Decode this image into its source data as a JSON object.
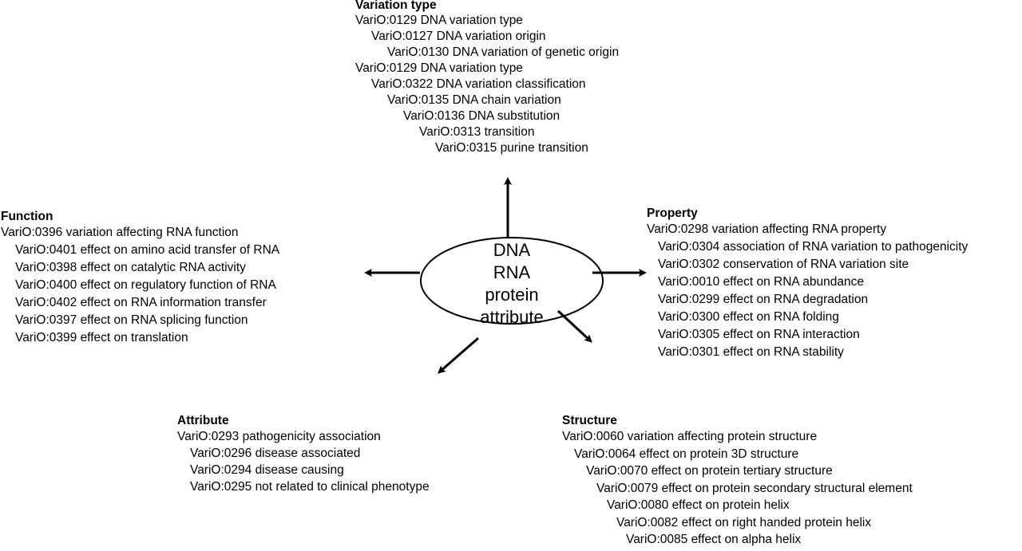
{
  "center": {
    "lines": [
      "DNA",
      "RNA",
      "protein",
      "attribute"
    ]
  },
  "variation_type": {
    "heading": "Variation type",
    "items": [
      {
        "text": "VariO:0129 DNA variation type",
        "level": 0
      },
      {
        "text": "VariO:0127 DNA variation origin",
        "level": 1
      },
      {
        "text": "VariO:0130 DNA variation of genetic origin",
        "level": 2
      },
      {
        "text": "VariO:0129 DNA variation type",
        "level": 0
      },
      {
        "text": "VariO:0322 DNA variation classification",
        "level": 1
      },
      {
        "text": "VariO:0135 DNA chain variation",
        "level": 2
      },
      {
        "text": "VariO:0136 DNA substitution",
        "level": 3
      },
      {
        "text": "VariO:0313 transition",
        "level": 4
      },
      {
        "text": "VariO:0315 purine transition",
        "level": 5
      }
    ]
  },
  "function": {
    "heading": "Function",
    "items": [
      {
        "text": "VariO:0396 variation affecting RNA function",
        "level": 0
      },
      {
        "text": "VariO:0401 effect on amino acid transfer of RNA",
        "level": 1
      },
      {
        "text": "VariO:0398 effect on catalytic RNA activity",
        "level": 1
      },
      {
        "text": "VariO:0400 effect on regulatory function of RNA",
        "level": 1
      },
      {
        "text": "VariO:0402 effect on RNA information transfer",
        "level": 1
      },
      {
        "text": "VariO:0397 effect on RNA splicing function",
        "level": 1
      },
      {
        "text": "VariO:0399 effect on translation",
        "level": 1
      }
    ]
  },
  "property": {
    "heading": "Property",
    "items": [
      {
        "text": "VariO:0298 variation affecting RNA property",
        "level": 0
      },
      {
        "text": "VariO:0304 association of RNA variation to pathogenicity",
        "level": 1
      },
      {
        "text": "VariO:0302 conservation of RNA variation site",
        "level": 1
      },
      {
        "text": "VariO:0010 effect on RNA abundance",
        "level": 1
      },
      {
        "text": "VariO:0299 effect on RNA degradation",
        "level": 1
      },
      {
        "text": "VariO:0300 effect on RNA folding",
        "level": 1
      },
      {
        "text": "VariO:0305 effect on RNA interaction",
        "level": 1
      },
      {
        "text": "VariO:0301 effect on RNA stability",
        "level": 1
      }
    ]
  },
  "attribute": {
    "heading": "Attribute",
    "items": [
      {
        "text": "VariO:0293 pathogenicity association",
        "level": 0
      },
      {
        "text": "VariO:0296 disease associated",
        "level": 1
      },
      {
        "text": "VariO:0294 disease causing",
        "level": 1
      },
      {
        "text": "VariO:0295 not related to clinical phenotype",
        "level": 1
      }
    ]
  },
  "structure": {
    "heading": "Structure",
    "items": [
      {
        "text": "VariO:0060 variation affecting protein structure",
        "level": 0
      },
      {
        "text": "VariO:0064 effect on protein 3D structure",
        "level": 1
      },
      {
        "text": "VariO:0070 effect on protein tertiary structure",
        "level": 2
      },
      {
        "text": "VariO:0079 effect on protein secondary structural element",
        "level": 3
      },
      {
        "text": "VariO:0080 effect on protein helix",
        "level": 4
      },
      {
        "text": "VariO:0082 effect on right handed protein helix",
        "level": 5
      },
      {
        "text": "VariO:0085 effect on alpha helix",
        "level": 6
      }
    ]
  }
}
